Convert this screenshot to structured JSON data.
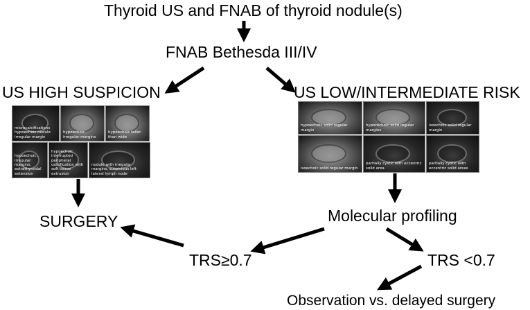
{
  "title": "Thyroid US and FNAB of thyroid nodule(s)",
  "nodes": {
    "fnab": "FNAB Bethesda III/IV",
    "high_suspicion": "US HIGH SUSPICION",
    "low_risk": "US LOW/INTERMEDIATE RISK",
    "surgery": "SURGERY",
    "molecular": "Molecular profiling",
    "trs_high": "TRS≥0.7",
    "trs_low": "TRS <0.7",
    "observation": "Observation vs. delayed surgery"
  },
  "high_suspicion_images": [
    "microcalcifications hypoechoic nodule irregular margin",
    "hypoechoic irregular margins",
    "hypoechoic taller than wide",
    "hypoechoic, irregular margins, extrathyroidal extension",
    "hypoechoic interrupted peripheral calcification with soft tissue extrusion",
    "nodule with irregular margins, suspicious left lateral lymph node"
  ],
  "low_risk_images": [
    "hypoechoic solid regular margin",
    "hyperechoic solid regular margins",
    "isoechoic solid regular margin",
    "isoechoic solid regular margin",
    "partially cystic with eccentric solid area",
    "partially cystic with eccentric solid areas"
  ],
  "colors": {
    "text": "#000000",
    "arrow": "#000000",
    "background": "#ffffff"
  }
}
